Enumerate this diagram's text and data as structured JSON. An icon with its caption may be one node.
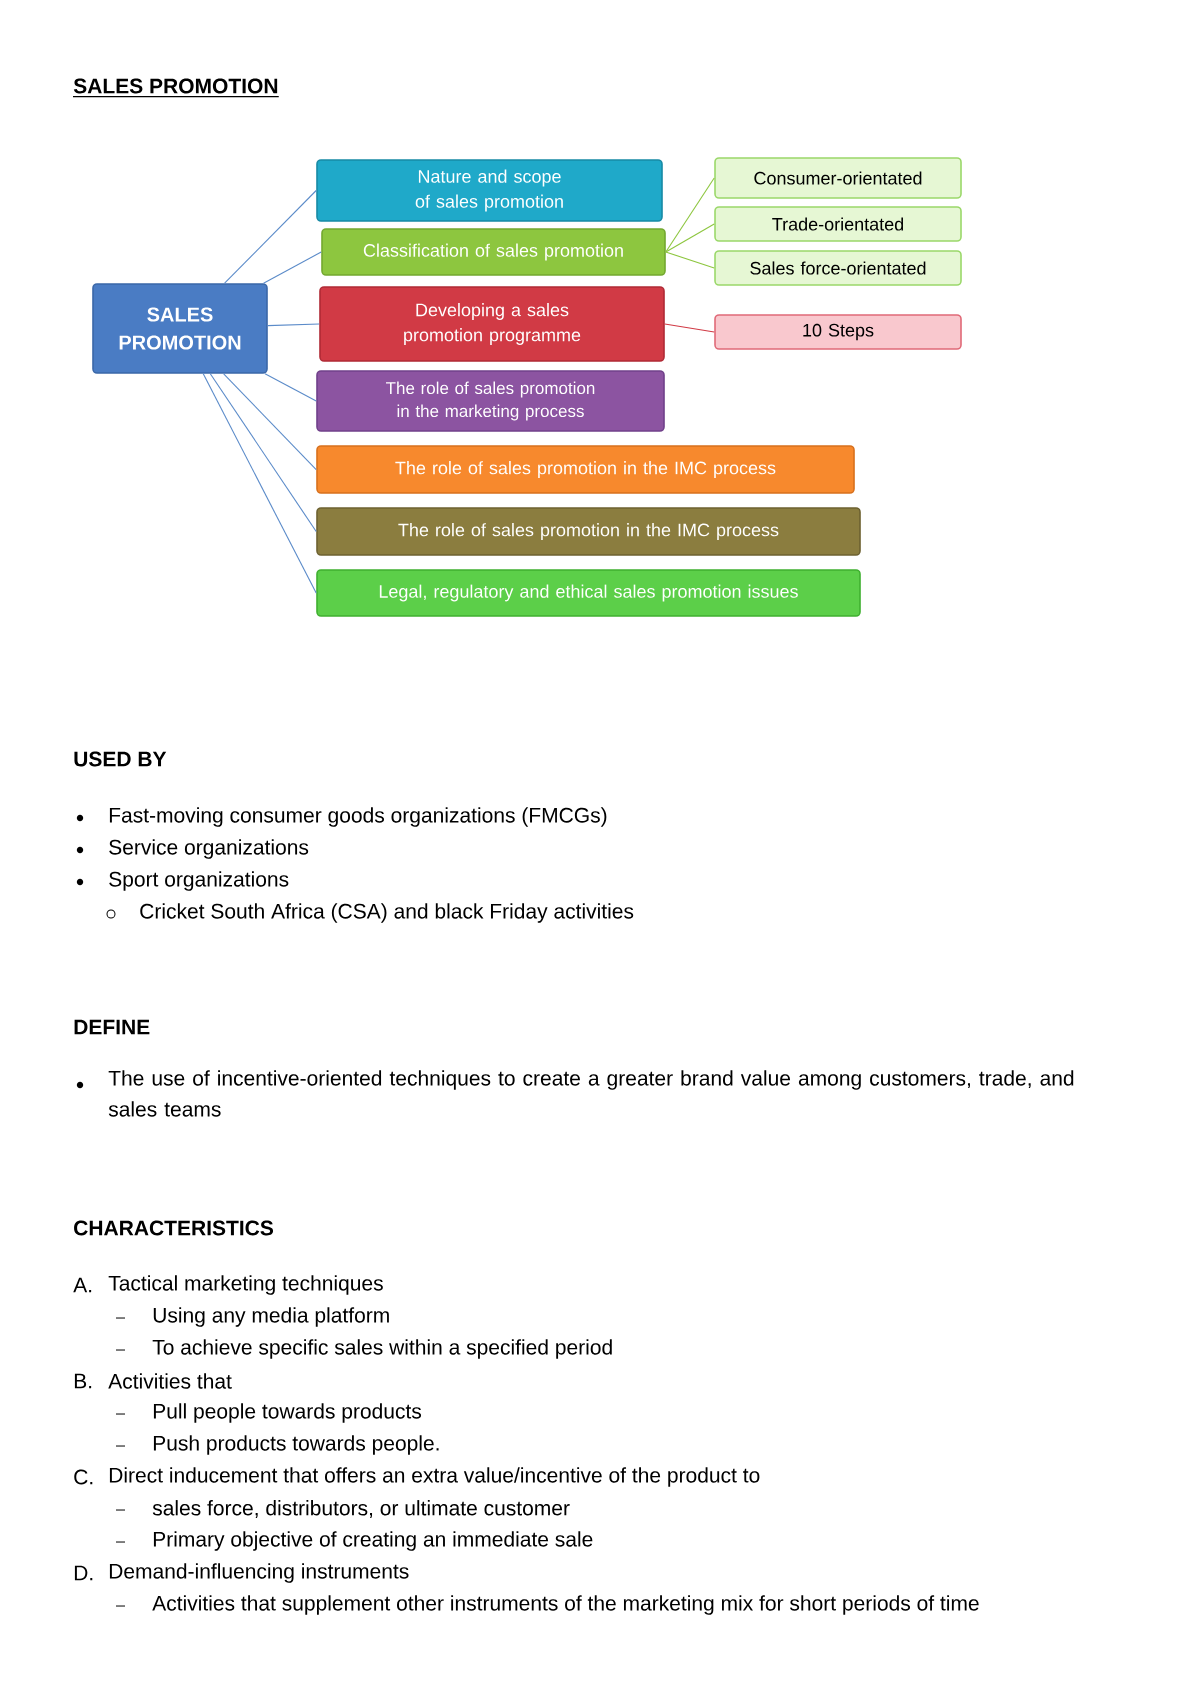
{
  "diagram": {
    "title": "SALES PROMOTION",
    "nodes": [
      {
        "text": [
          "SALES PROMOTION"
        ]
      },
      {
        "text": [
          "Nature and scope of sales promotion"
        ]
      },
      {
        "text": [
          "Classification of sales promotion"
        ]
      },
      {
        "text": [
          "Developing a sales promotion programme"
        ]
      },
      {
        "text": [
          "The role of sales promotion in the marketing process"
        ]
      },
      {
        "text": [
          "The role of sales promotion in the IMC process"
        ]
      },
      {
        "text": [
          "The role of sales promotion in the IMC process"
        ]
      },
      {
        "text": [
          "Legal, regulatory and ethical sales promotion issues"
        ]
      },
      {
        "text": [
          "Consumer-orientated"
        ]
      },
      {
        "text": [
          "Trade-orientated"
        ]
      },
      {
        "text": [
          "Sales force-orientated"
        ]
      },
      {
        "text": [
          "10 Steps"
        ]
      }
    ],
    "edges": [
      {
        "from": 0,
        "to": 1,
        "arrow": "none"
      },
      {
        "from": 0,
        "to": 2,
        "arrow": "none"
      },
      {
        "from": 0,
        "to": 3,
        "arrow": "none"
      },
      {
        "from": 0,
        "to": 4,
        "arrow": "none"
      },
      {
        "from": 0,
        "to": 5,
        "arrow": "none"
      },
      {
        "from": 0,
        "to": 6,
        "arrow": "none"
      },
      {
        "from": 0,
        "to": 7,
        "arrow": "none"
      },
      {
        "from": 2,
        "to": 8,
        "arrow": "none",
        "color": "#8dc63f"
      },
      {
        "from": 2,
        "to": 9,
        "arrow": "none",
        "color": "#8dc63f"
      },
      {
        "from": 2,
        "to": 10,
        "arrow": "none",
        "color": "#8dc63f"
      },
      {
        "from": 3,
        "to": 11,
        "arrow": "none",
        "color": "#d13a45"
      }
    ],
    "labels": [
      "USED BY",
      "Fast-moving consumer goods organizations (FMCGs)",
      "Service organizations",
      "Sport organizations",
      "Cricket South Africa (CSA) and black Friday activities",
      "DEFINE",
      "The use of incentive-oriented techniques to create a greater brand value among customers, trade, and sales teams",
      "CHARACTERISTICS",
      "A.",
      "Tactical marketing techniques",
      "Using any media platform",
      "To achieve specific sales within a specified period",
      "B.",
      "Activities that",
      "Pull people towards products",
      "Push products towards people.",
      "C.",
      "Direct inducement that offers an extra value/incentive of the product to",
      "sales force, distributors, or ultimate customer",
      "Primary objective of creating an immediate sale",
      "D.",
      "Demand-influencing instruments",
      "Activities that supplement other instruments of the marketing mix for short periods of time"
    ]
  }
}
